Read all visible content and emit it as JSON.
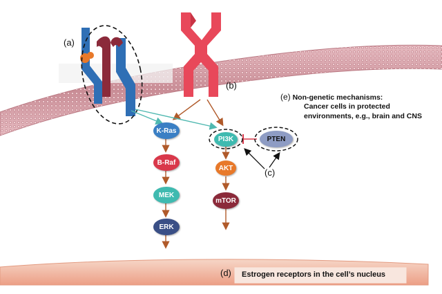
{
  "labels": {
    "a": "(a)",
    "b": "(b)",
    "c": "(c)",
    "d": "(d)",
    "e_prefix": "(e)",
    "e_title": "Non-genetic mechanisms:",
    "e_line2": "Cancer cells in protected",
    "e_line3": "environments, e.g., brain and CNS"
  },
  "nodes": {
    "kras": "K-Ras",
    "braf": "B-Raf",
    "mek": "MEK",
    "erk": "ERK",
    "pi3k": "PI3K",
    "akt": "AKT",
    "mtor": "mTOR",
    "pten": "PTEN"
  },
  "nucleus": {
    "label": "Estrogen receptors in the cell’s nucleus"
  },
  "colors": {
    "membrane": "#d9a3aa",
    "receptor_red": "#e8485a",
    "receptor_blue": "#2f6fb5",
    "receptor_maroon": "#8b2a3a",
    "orange": "#e8792a",
    "teal_arrow": "#4fb8b0",
    "brown_arrow": "#b05a2a",
    "kras": "#3a7fc4",
    "braf": "#d9384a",
    "mek": "#3fbab0",
    "erk": "#3a4f86",
    "pi3k": "#3fbab0",
    "akt": "#e8792a",
    "mtor": "#8b2a3a",
    "pten": "#8e9cc4",
    "inhibit": "#d9384a",
    "nucleus": "#f3c9b5"
  }
}
